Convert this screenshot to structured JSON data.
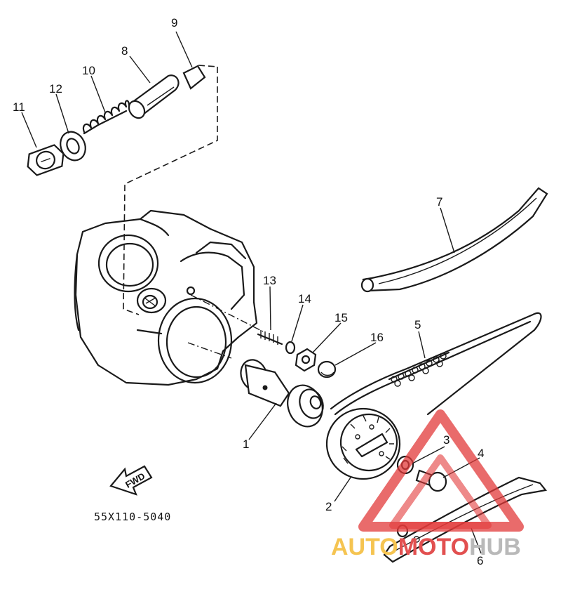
{
  "part_numbers": [
    "1",
    "2",
    "3",
    "4",
    "5",
    "6",
    "7",
    "8",
    "9",
    "10",
    "11",
    "12",
    "13",
    "14",
    "15",
    "16"
  ],
  "diagram_code": "55X110-5040",
  "direction_label": "FWD",
  "watermark": {
    "part1": "AUTO",
    "part2": "MOTO",
    "part3": "HUB",
    "colors": {
      "auto": "#f5c451",
      "moto": "#e25050",
      "hub": "#b9b9b9",
      "triangle": "#e23a3a"
    }
  }
}
